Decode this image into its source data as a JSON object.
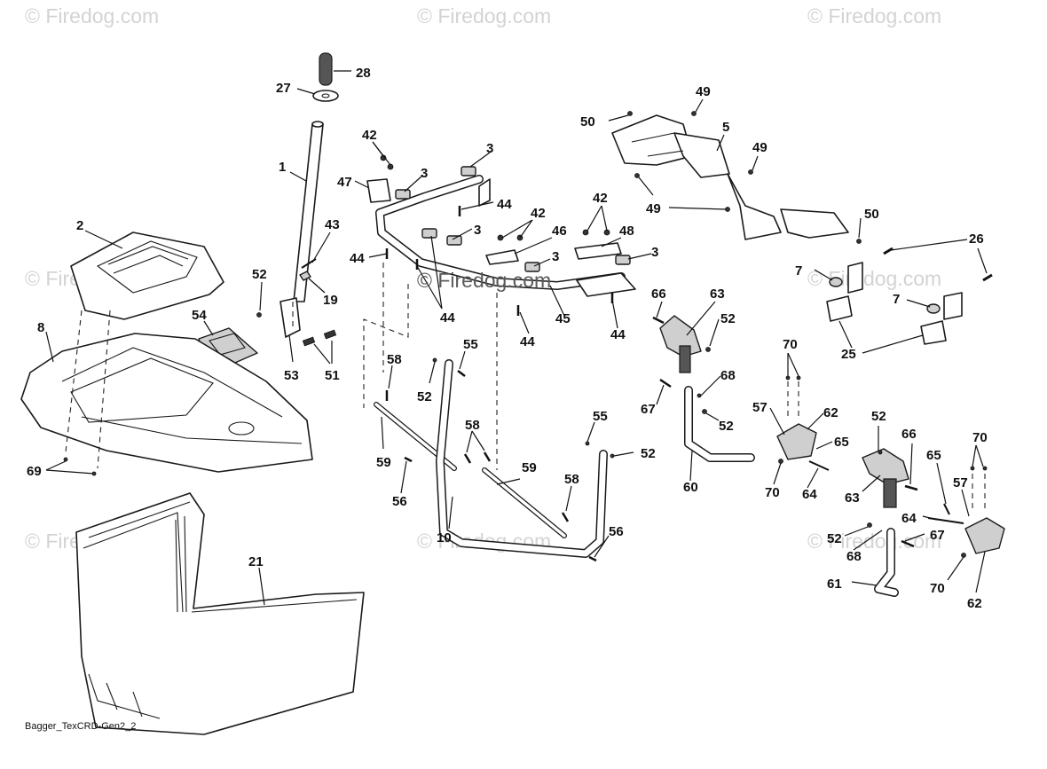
{
  "watermarks": [
    "© Firedog.com",
    "© Firedog.com",
    "© Firedog.com",
    "© Firedog.com",
    "© Firedog.com",
    "© Firedog.com",
    "© Firedog.com",
    "© Firedog.com",
    "© Firedog.com"
  ],
  "callouts": {
    "c28": "28",
    "c27": "27",
    "c1": "1",
    "c43": "43",
    "c19": "19",
    "c52a": "52",
    "c53": "53",
    "c51": "51",
    "c2": "2",
    "c54": "54",
    "c8": "8",
    "c69": "69",
    "c21": "21",
    "c42a": "42",
    "c47": "47",
    "c3a": "3",
    "c3b": "3",
    "c44a": "44",
    "c44b": "44",
    "c42b": "42",
    "c3c": "3",
    "c46": "46",
    "c3d": "3",
    "c44c": "44",
    "c45": "45",
    "c44d": "44",
    "c44e": "44",
    "c42c": "42",
    "c48": "48",
    "c3e": "3",
    "c49a": "49",
    "c50a": "50",
    "c5": "5",
    "c49b": "49",
    "c49c": "49",
    "c50b": "50",
    "c26": "26",
    "c7a": "7",
    "c7b": "7",
    "c25": "25",
    "c58a": "58",
    "c55a": "55",
    "c52b": "52",
    "c59a": "59",
    "c56a": "56",
    "c58b": "58",
    "c59b": "59",
    "c10": "10",
    "c55b": "55",
    "c52c": "52",
    "c58c": "58",
    "c56b": "56",
    "c66a": "66",
    "c63a": "63",
    "c52d": "52",
    "c68a": "68",
    "c67a": "67",
    "c52e": "52",
    "c70a": "70",
    "c57a": "57",
    "c62a": "62",
    "c65a": "65",
    "c60": "60",
    "c70b": "70",
    "c64a": "64",
    "c52f": "52",
    "c66b": "66",
    "c70c": "70",
    "c65b": "65",
    "c57b": "57",
    "c63b": "63",
    "c64b": "64",
    "c52g": "52",
    "c68b": "68",
    "c67b": "67",
    "c61": "61",
    "c70d": "70",
    "c62b": "62"
  },
  "caption": "Bagger_TexCRD-Gen2_2"
}
